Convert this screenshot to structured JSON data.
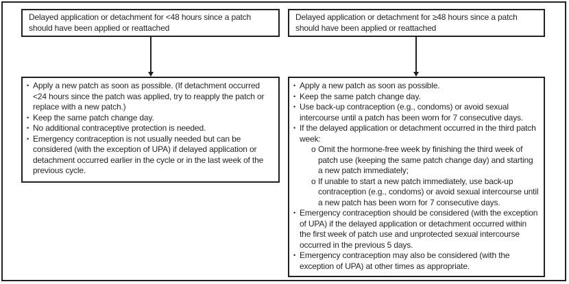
{
  "colors": {
    "ink": "#231f20",
    "background": "#ffffff"
  },
  "icons": {
    "bullet": "•",
    "sub_bullet": "o",
    "down_arrow": "↓"
  },
  "flowchart": {
    "left_branch": {
      "condition": "Delayed application or detachment for <48 hours since a patch should have been applied or reattached",
      "actions": [
        {
          "type": "bullet",
          "text": "Apply a new patch as soon as possible. (If detachment occurred <24 hours since the patch was applied, try to reapply the patch or replace with a new patch.)"
        },
        {
          "type": "bullet",
          "text": "Keep the same patch change day."
        },
        {
          "type": "bullet",
          "text": "No additional contraceptive protection is needed."
        },
        {
          "type": "bullet",
          "text": "Emergency contraception is not usually needed but can be considered (with the exception of UPA) if delayed application or detachment occurred earlier in the cycle or in the last week of the previous cycle."
        }
      ]
    },
    "right_branch": {
      "condition": "Delayed application or detachment for ≥48 hours since a patch should have been applied or reattached",
      "actions": [
        {
          "type": "bullet",
          "text": "Apply a new patch as soon as possible."
        },
        {
          "type": "bullet",
          "text": "Keep the same patch change day."
        },
        {
          "type": "bullet",
          "text": "Use back-up contraception (e.g., condoms) or avoid sexual intercourse until a patch has been worn for 7 consecutive days."
        },
        {
          "type": "bullet",
          "text": "If the delayed application or detachment occurred in the third patch week:"
        },
        {
          "type": "sub",
          "text": "Omit the hormone-free week by finishing the third week of patch use (keeping the same patch change day) and starting a new patch immediately;"
        },
        {
          "type": "sub",
          "text": "If unable to start a new patch immediately, use back-up contraception (e.g., condoms) or avoid sexual intercourse until a new patch has been worn for 7 consecutive days."
        },
        {
          "type": "bullet",
          "text": "Emergency contraception should be considered (with the exception of UPA) if the delayed application or detachment occurred within the first week of patch use and unprotected sexual intercourse occurred in the previous 5 days."
        },
        {
          "type": "bullet",
          "text": "Emergency contraception may also be considered (with the exception of UPA) at other times as appropriate."
        }
      ]
    }
  }
}
